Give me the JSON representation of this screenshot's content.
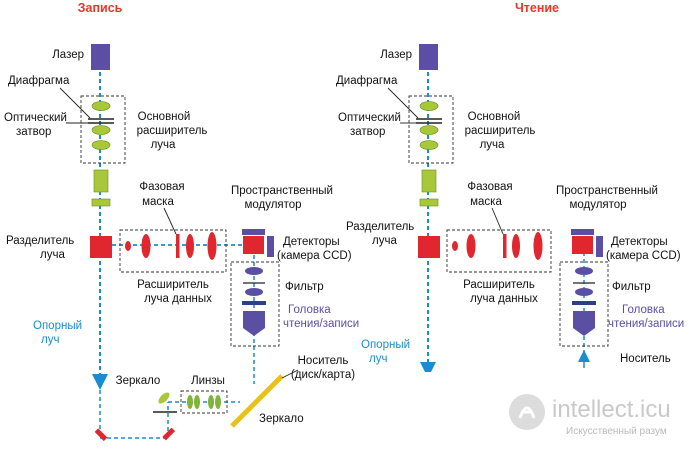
{
  "titles": {
    "left": "Запись",
    "right": "Чтение"
  },
  "colors": {
    "title": "#e8352b",
    "laser": "#5b4ea4",
    "lens": "#a8c83a",
    "red": "#e0262f",
    "beam": "#1a8ccf",
    "detector": "#5a4fa3",
    "mirror": "#e8c21a"
  },
  "left": {
    "laser": "Лазер",
    "diaphragm": "Диафрагма",
    "shutter_l1": "Оптический",
    "shutter_l2": "затвор",
    "expander_l1": "Основной",
    "expander_l2": "расширитель",
    "expander_l3": "луча",
    "phase_mask_l1": "Фазовая",
    "phase_mask_l2": "маска",
    "slm_l1": "Пространственный",
    "slm_l2": "модулятор",
    "splitter_l1": "Разделитель",
    "splitter_l2": "луча",
    "detectors_l1": "Детекторы",
    "detectors_l2": "(камера CCD)",
    "data_expander_l1": "Расширитель",
    "data_expander_l2": "луча данных",
    "filter": "Фильтр",
    "head_l1": "Головка",
    "head_l2": "чтения/записи",
    "reference_l1": "Опорный",
    "reference_l2": "луч",
    "medium_l1": "Носитель",
    "medium_l2": "(диск/карта)",
    "mirror_left": "Зеркало",
    "lenses": "Линзы",
    "mirror_right": "Зеркало"
  },
  "right": {
    "laser": "Лазер",
    "diaphragm": "Диафрагма",
    "shutter_l1": "Оптический",
    "shutter_l2": "затвор",
    "expander_l1": "Основной",
    "expander_l2": "расширитель",
    "expander_l3": "луча",
    "phase_mask_l1": "Фазовая",
    "phase_mask_l2": "маска",
    "slm_l1": "Пространственный",
    "slm_l2": "модулятор",
    "splitter_l1": "Разделитель",
    "splitter_l2": "луча",
    "detectors_l1": "Детекторы",
    "detectors_l2": "(камера CCD)",
    "data_expander_l1": "Расширитель",
    "data_expander_l2": "луча данных",
    "filter": "Фильтр",
    "head_l1": "Головка",
    "head_l2": "чтения/записи",
    "reference_l1": "Опорный",
    "reference_l2": "луч",
    "medium": "Носитель"
  },
  "watermark": {
    "brand": "intellect.icu",
    "tagline": "Искусственный разум"
  }
}
